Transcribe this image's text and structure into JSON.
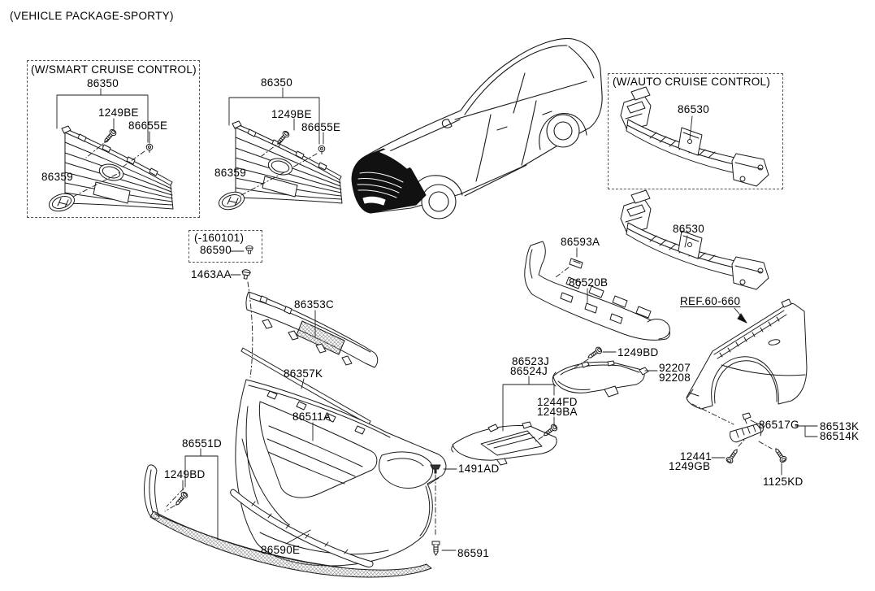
{
  "diagram_title": "(VEHICLE PACKAGE-SPORTY)",
  "option_boxes": {
    "smart_cruise": "(W/SMART CRUISE CONTROL)",
    "auto_cruise": "(W/AUTO CRUISE CONTROL)",
    "pre_160101": "(-160101)"
  },
  "part_labels": {
    "smart_grille_assy": "86350",
    "smart_grille_screw": "1249BE",
    "smart_grille_nut": "86655E",
    "smart_grille_emblem": "86359",
    "grille_assy": "86350",
    "grille_screw": "1249BE",
    "grille_nut": "86655E",
    "grille_emblem": "86359",
    "auto_cruise_beam": "86530",
    "bumper_beam": "86530",
    "absorber_clip": "86593A",
    "energy_absorber": "86520B",
    "fender_ref": "REF.60-660",
    "pre160101_clip": "86590",
    "cover_pin": "1463AA",
    "upper_molding": "86353C",
    "upper_strip": "86357K",
    "bumper_cover": "86511A",
    "fog_bezel_upper": "86523J",
    "fog_bezel_lower": "86524J",
    "drl_screw": "1249BD",
    "drl_lamp_upper": "92207",
    "drl_lamp_lower": "92208",
    "bezel_screw_upper": "1244FD",
    "bezel_screw_lower": "1249BA",
    "lip_spoiler": "86551D",
    "lip_screw": "1249BD",
    "lower_molding": "86590E",
    "cover_clip": "1491AD",
    "cover_bolt": "86591",
    "side_clip": "86517G",
    "side_bracket_upper": "86513K",
    "side_bracket_lower": "86514K",
    "side_bolt_upper": "12441",
    "side_bolt_lower": "1249GB",
    "fender_bolt": "1125KD"
  },
  "line_color": "#1a1a1a"
}
